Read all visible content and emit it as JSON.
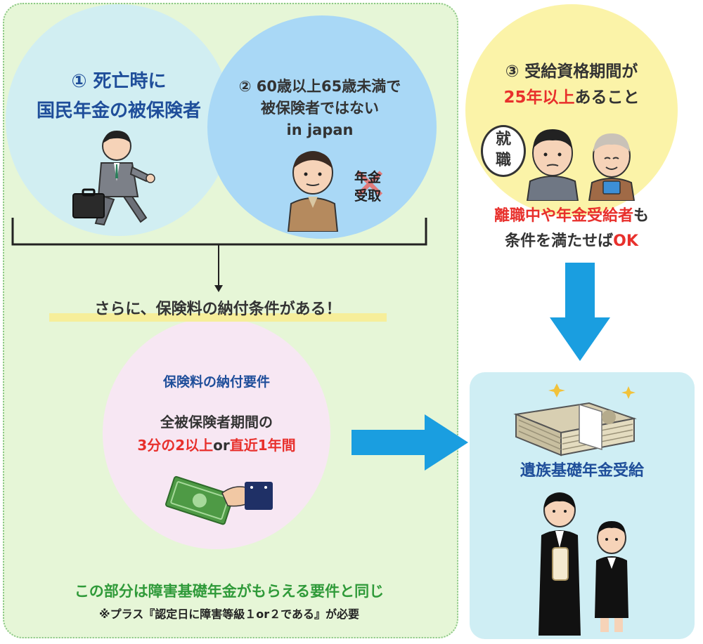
{
  "circle1": {
    "line1": "① 死亡時に",
    "line2": "国民年金の被保険者"
  },
  "circle2": {
    "line1": "② 60歳以上65歳未満で",
    "line2": "被保険者ではない",
    "line3": "in japan",
    "stamp_line1": "年金",
    "stamp_line2": "受取"
  },
  "circle3": {
    "line1": "③ 受給資格期間が",
    "line2_red": "25年以上",
    "line2_rest": "あること",
    "bubble_line1": "就",
    "bubble_line2": "職"
  },
  "circle3_note": {
    "line1_red": "離職中や年金受給者",
    "line1_rest": "も",
    "line2_dark": "条件を満たせば",
    "line2_red": "OK"
  },
  "middle_text": "さらに、保険料の納付条件がある！",
  "circle4": {
    "title": "保険料の納付要件",
    "line1": "全被保険者期間の",
    "line2_red1": "3分の2以上",
    "line2_or": "or",
    "line2_red2": "直近1年間"
  },
  "result": {
    "label": "遺族基礎年金受給"
  },
  "footer": {
    "line1": "この部分は障害基礎年金がもらえる要件と同じ",
    "line2": "※プラス『認定日に障害等級１or２である』が必要"
  },
  "colors": {
    "navy": "#1f4e9a",
    "red": "#e8302c",
    "green": "#2f9a39",
    "arrow_blue": "#1a9ee0"
  }
}
